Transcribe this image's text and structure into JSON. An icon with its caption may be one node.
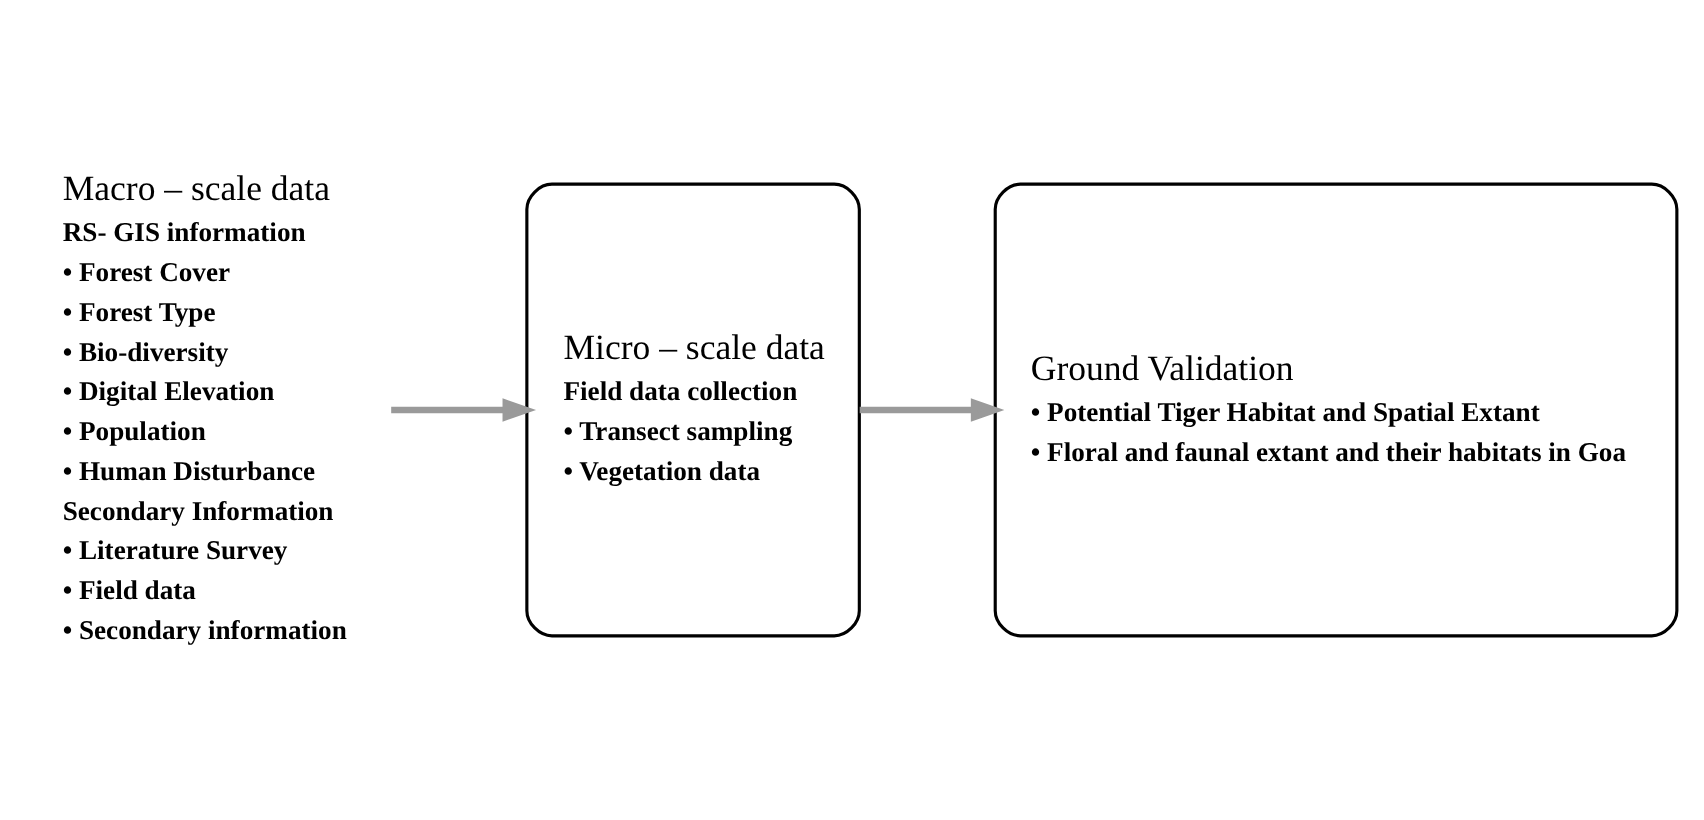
{
  "diagram": {
    "nodes": [
      {
        "text": [
          "Macro – scale data",
          "RS- GIS information",
          "• Forest Cover",
          "• Forest Type",
          "• Bio-diversity",
          "• Digital Elevation",
          "• Population",
          "• Human Disturbance",
          "Secondary Information",
          "• Literature Survey",
          "• Field data",
          "• Secondary information"
        ]
      },
      {
        "text": [
          "Micro – scale data",
          "Field data collection",
          "• Transect sampling",
          "• Vegetation data"
        ]
      },
      {
        "text": [
          "Ground Validation",
          "• Potential Tiger Habitat and Spatial Extant",
          "• Floral and faunal extant and their habitats in Goa"
        ]
      }
    ],
    "edges": [
      {
        "from": 0,
        "to": 1,
        "arrow": "to"
      },
      {
        "from": 1,
        "to": 2,
        "arrow": "to"
      }
    ]
  }
}
